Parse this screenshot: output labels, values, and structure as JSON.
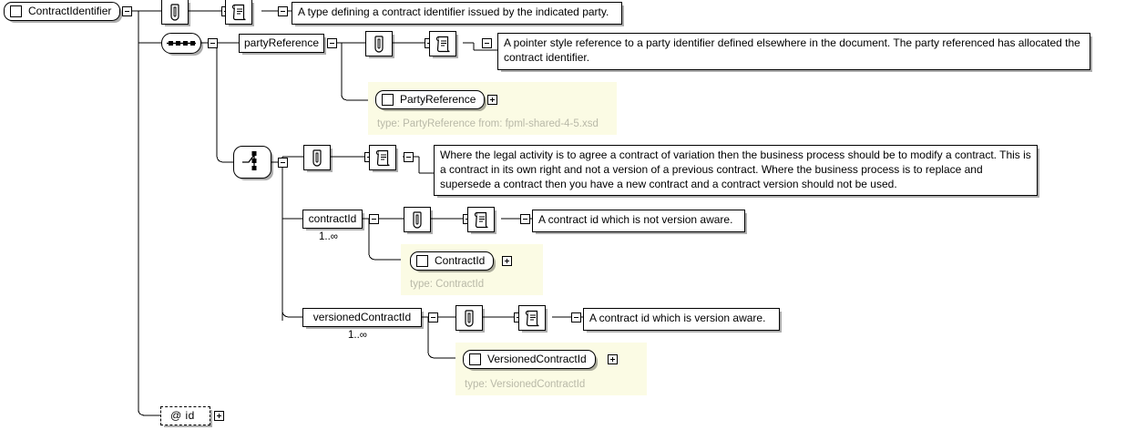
{
  "diagram": {
    "title": "ContractIdentifier",
    "kind": "xsd-schema-diagram",
    "colors": {
      "canvas": "#ffffff",
      "node_fill": "#ffffff",
      "node_stroke": "#000000",
      "type_panel_fill": "#fbfbe4",
      "type_label_text": "#b9b9a8",
      "shadow": "rgba(0,0,0,0.32)"
    }
  },
  "root": {
    "label": "ContractIdentifier",
    "icon": "element-square-icon",
    "toggle": "collapse-toggle"
  },
  "annotations": {
    "root_doc": "A type defining a contract identifier issued by the indicated party.",
    "party_reference_doc": "A pointer style reference to a party identifier defined elsewhere in the document. The party referenced has allocated the contract identifier.",
    "choice_doc": "Where the legal activity is to agree a contract of variation then the business process should be to modify a contract. This is a contract in its own right and not a version of a previous contract. Where the business process is to replace and supersede a contract then you have a new contract and a contract version should not be used.",
    "contract_id_doc": "A contract id which is not version aware.",
    "versioned_contract_id_doc": "A contract id which is version aware."
  },
  "compositors": {
    "sequence": "sequence-icon",
    "choice": "choice-icon"
  },
  "elements": {
    "party_reference": {
      "label": "partyReference",
      "cardinality": ""
    },
    "contract_id": {
      "label": "contractId",
      "cardinality": "1..∞"
    },
    "versioned_contract_id": {
      "label": "versionedContractId",
      "cardinality": "1..∞"
    }
  },
  "type_panels": [
    {
      "name": "PartyReference",
      "type_label": "type: PartyReference from: fpml-shared-4-5.xsd",
      "toggle": "expand-toggle"
    },
    {
      "name": "ContractId",
      "type_label": "type: ContractId",
      "toggle": "expand-toggle"
    },
    {
      "name": "VersionedContractId",
      "type_label": "type: VersionedContractId",
      "toggle": "expand-toggle"
    }
  ],
  "attribute": {
    "label": "@ id",
    "toggle": "expand-toggle"
  },
  "icons": {
    "attachment": "attachment-icon",
    "documentation": "documentation-icon"
  }
}
